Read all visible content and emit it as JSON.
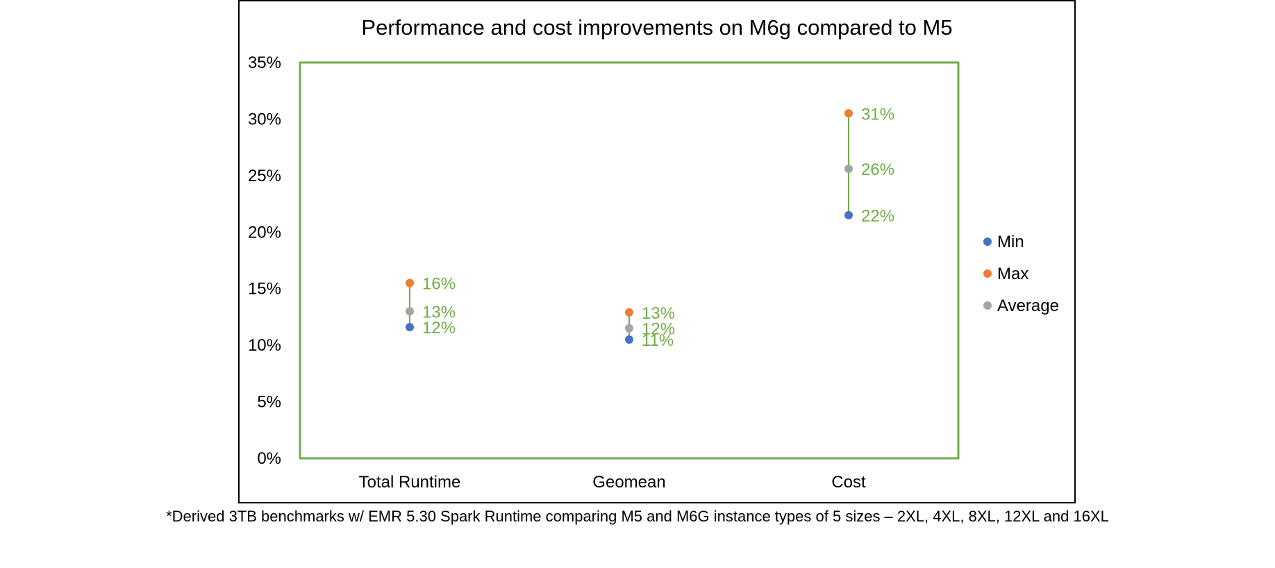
{
  "chart_data": {
    "type": "scatter",
    "title": "Performance and cost improvements on M6g compared to M5",
    "categories": [
      "Total Runtime",
      "Geomean",
      "Cost"
    ],
    "ylim": [
      0,
      0.35
    ],
    "yticks": [
      0,
      0.05,
      0.1,
      0.15,
      0.2,
      0.25,
      0.3,
      0.35
    ],
    "ytick_labels": [
      "0%",
      "5%",
      "10%",
      "15%",
      "20%",
      "25%",
      "30%",
      "35%"
    ],
    "grid": false,
    "legend": "right",
    "series": [
      {
        "name": "Min",
        "color": "#4472C4",
        "values": [
          0.116,
          0.105,
          0.215
        ],
        "labels": [
          "12%",
          "11%",
          "22%"
        ]
      },
      {
        "name": "Max",
        "color": "#ED7D31",
        "values": [
          0.155,
          0.129,
          0.305
        ],
        "labels": [
          "16%",
          "13%",
          "31%"
        ]
      },
      {
        "name": "Average",
        "color": "#A5A5A5",
        "values": [
          0.13,
          0.115,
          0.256
        ],
        "labels": [
          "13%",
          "12%",
          "26%"
        ]
      }
    ],
    "colors": {
      "plot_border": "#70AD47",
      "range_line": "#70AD47",
      "data_label": "#70AD47"
    }
  },
  "footnote": "*Derived 3TB benchmarks w/ EMR 5.30 Spark Runtime comparing M5 and M6G instance types of 5 sizes – 2XL, 4XL, 8XL, 12XL and 16XL"
}
